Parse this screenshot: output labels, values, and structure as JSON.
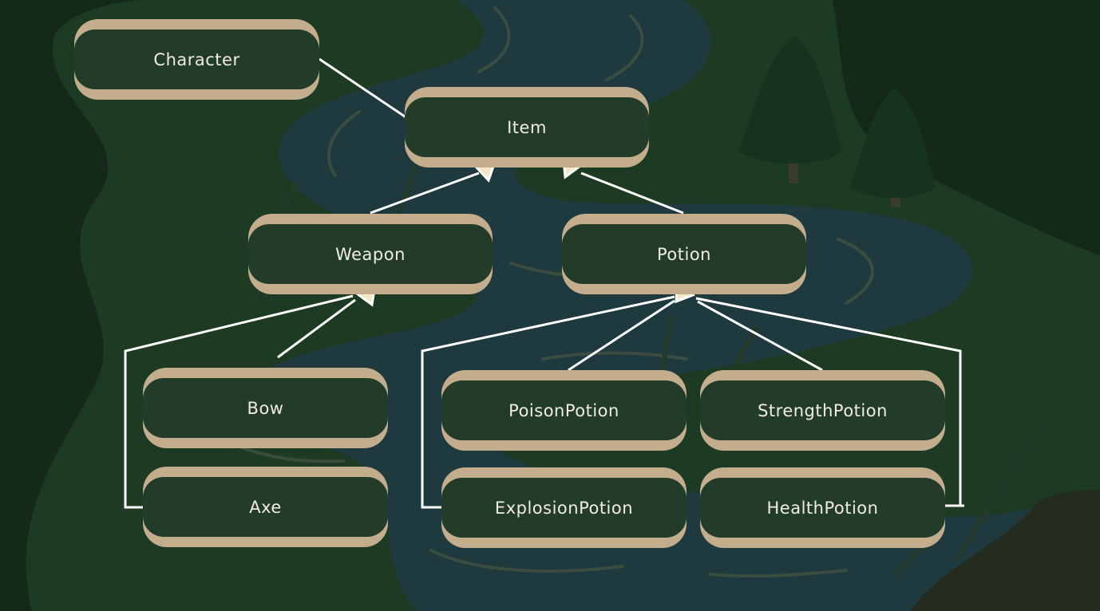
{
  "nodes": {
    "character": "Character",
    "item": "Item",
    "weapon": "Weapon",
    "potion": "Potion",
    "bow": "Bow",
    "axe": "Axe",
    "poison_potion": "PoisonPotion",
    "strength_potion": "StrengthPotion",
    "explosion_potion": "ExplosionPotion",
    "health_potion": "HealthPotion"
  },
  "colors": {
    "background": "#14291a",
    "land": "#1d3a22",
    "river": "#1e3a3e",
    "node_fill": "#223c29",
    "node_border": "#c3ad8d",
    "node_text": "#f1ece1",
    "edge": "#ffffff",
    "arrowhead_fill": "#f3e7c4"
  },
  "edges": [
    {
      "from": "character",
      "to": "item",
      "type": "association"
    },
    {
      "from": "weapon",
      "to": "item",
      "type": "inheritance"
    },
    {
      "from": "potion",
      "to": "item",
      "type": "inheritance"
    },
    {
      "from": "bow",
      "to": "weapon",
      "type": "inheritance"
    },
    {
      "from": "axe",
      "to": "weapon",
      "type": "inheritance"
    },
    {
      "from": "poison_potion",
      "to": "potion",
      "type": "inheritance"
    },
    {
      "from": "strength_potion",
      "to": "potion",
      "type": "inheritance"
    },
    {
      "from": "explosion_potion",
      "to": "potion",
      "type": "inheritance"
    },
    {
      "from": "health_potion",
      "to": "potion",
      "type": "inheritance"
    }
  ]
}
